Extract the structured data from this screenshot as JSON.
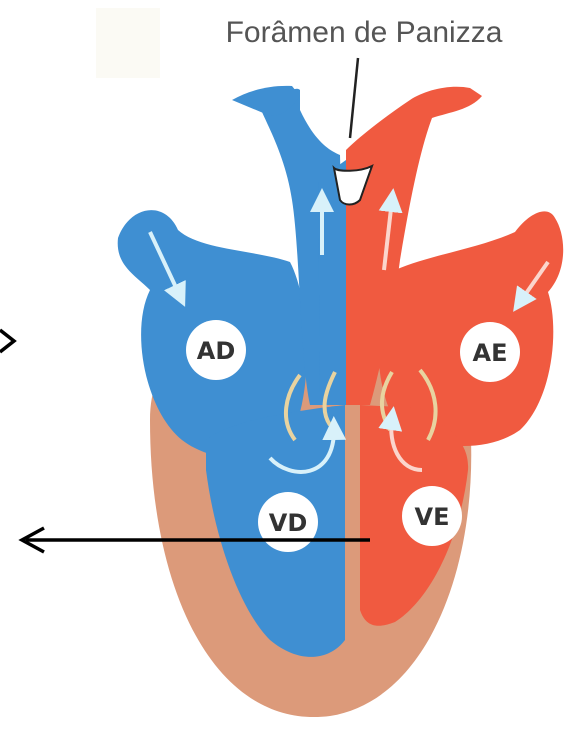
{
  "title": "Forâmen de Panizza",
  "chambers": {
    "right_atrium": "AD",
    "left_atrium": "AE",
    "right_ventricle": "VD",
    "left_ventricle": "VE"
  },
  "colors": {
    "deoxygenated": "#3f8fd2",
    "oxygenated": "#f05a40",
    "myocardium": "#dc9a7a",
    "flow_arrow": "#bfe6f5",
    "pointer_arrow": "#000000"
  }
}
